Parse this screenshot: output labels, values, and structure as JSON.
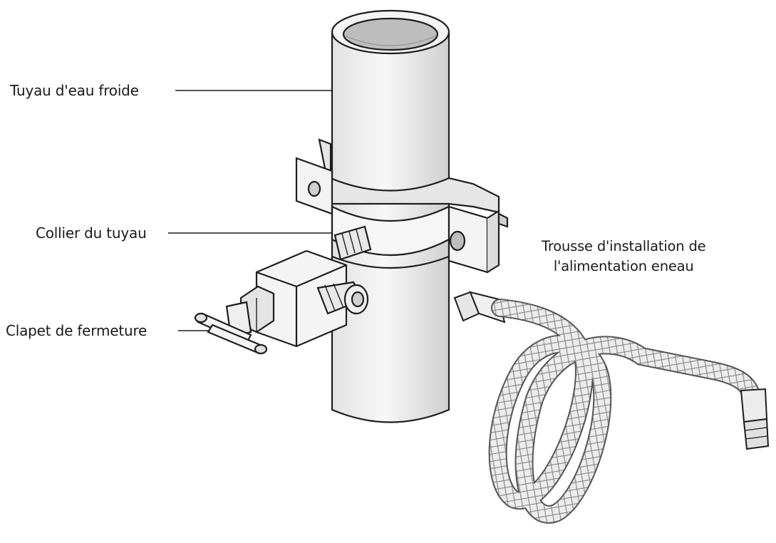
{
  "labels": {
    "cold_pipe": "Tuyau d'eau froide",
    "pipe_clamp": "Collier du tuyau",
    "shutoff_valve": "Clapet de fermeture",
    "supply_kit_line1": "Trousse d'installation de",
    "supply_kit_line2": "l'alimentation eneau"
  },
  "colors": {
    "stroke": "#1e1e1e",
    "pipe_fill": "#f2f2f2",
    "pipe_shade": "#cfcfcf",
    "inner": "#bdbdbd",
    "braid": "#d8d8d8"
  },
  "icons": [
    "cold-water-pipe-icon",
    "pipe-clamp-icon",
    "saddle-valve-icon",
    "braided-supply-hose-icon"
  ]
}
